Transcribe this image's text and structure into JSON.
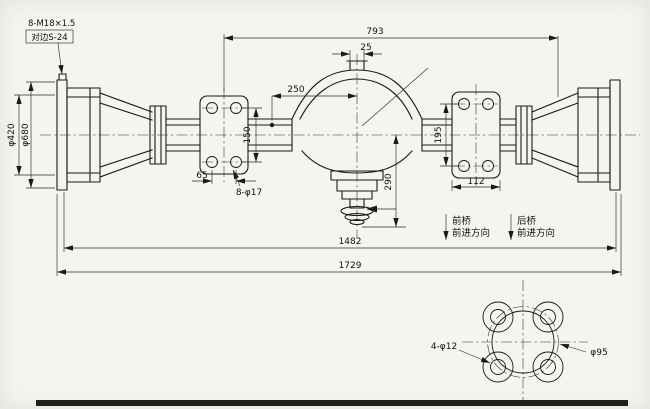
{
  "sheet": {
    "background": "#f5f4ef",
    "ink": "#1a1a1a"
  },
  "callouts": {
    "stud_thread": "8-M18×1.5",
    "across_flats": "对边S-24",
    "hub_diameter": "φ420",
    "drum_diameter": "φ680",
    "flange_hole_callout": "8-φ17",
    "detail_hole_callout": "4-φ12",
    "detail_bolt_circle": "φ95"
  },
  "dimensions": {
    "overall_span": "793",
    "plug_width": "25",
    "center_offset": "250",
    "left_hole_pitch_v": "150",
    "right_hole_pitch_v": "195",
    "left_hole_pitch_h": "65",
    "right_flange_width": "112",
    "drop_height": "290",
    "mount_span": "1482",
    "overall_length": "1729"
  },
  "direction_notes": {
    "front_axle": "前桥",
    "front_direction": "前进方向",
    "rear_axle": "后桥",
    "rear_direction": "前进方向"
  }
}
